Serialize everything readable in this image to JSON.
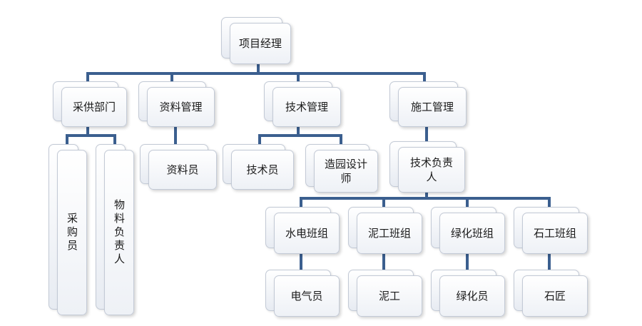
{
  "org_chart": {
    "root": "项目经理",
    "departments": {
      "purchasing": "采供部门",
      "documents": "资料管理",
      "technical": "技术管理",
      "construction": "施工管理"
    },
    "purchasing_roles": {
      "buyer": "采购员",
      "materials_lead": "物料负责人"
    },
    "documents_roles": {
      "clerk": "资料员"
    },
    "technical_roles": {
      "technician": "技术员",
      "landscape_designer": "造园设计师"
    },
    "construction_roles": {
      "technical_lead": "技术负责人"
    },
    "teams": {
      "plumbing_electrical": "水电班组",
      "masonry": "泥工班组",
      "greening": "绿化班组",
      "stonework": "石工班组"
    },
    "workers": {
      "electrician": "电气员",
      "mason": "泥工",
      "gardener": "绿化员",
      "stonemason": "石匠"
    },
    "connector_color": "#3b5f8f"
  }
}
